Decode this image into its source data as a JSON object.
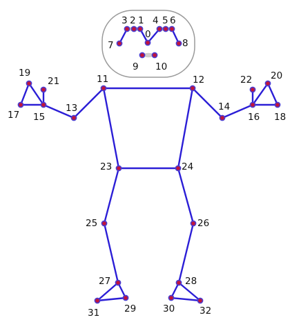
{
  "colors": {
    "bone": "#2b1ed6",
    "joint_fill": "#c0143c",
    "joint_stroke": "#4a3cd0",
    "head_outline": "#9a9a9a",
    "eyebrow": "#cfcfcf",
    "text": "#111111"
  },
  "landmarks": [
    {
      "id": "0",
      "label": "0"
    },
    {
      "id": "1",
      "label": "1"
    },
    {
      "id": "2",
      "label": "2"
    },
    {
      "id": "3",
      "label": "3"
    },
    {
      "id": "4",
      "label": "4"
    },
    {
      "id": "5",
      "label": "5"
    },
    {
      "id": "6",
      "label": "6"
    },
    {
      "id": "7",
      "label": "7"
    },
    {
      "id": "8",
      "label": "8"
    },
    {
      "id": "9",
      "label": "9"
    },
    {
      "id": "10",
      "label": "10"
    },
    {
      "id": "11",
      "label": "11"
    },
    {
      "id": "12",
      "label": "12"
    },
    {
      "id": "13",
      "label": "13"
    },
    {
      "id": "14",
      "label": "14"
    },
    {
      "id": "15",
      "label": "15"
    },
    {
      "id": "16",
      "label": "16"
    },
    {
      "id": "17",
      "label": "17"
    },
    {
      "id": "18",
      "label": "18"
    },
    {
      "id": "19",
      "label": "19"
    },
    {
      "id": "20",
      "label": "20"
    },
    {
      "id": "21",
      "label": "21"
    },
    {
      "id": "22",
      "label": "22"
    },
    {
      "id": "23",
      "label": "23"
    },
    {
      "id": "24",
      "label": "24"
    },
    {
      "id": "25",
      "label": "25"
    },
    {
      "id": "26",
      "label": "26"
    },
    {
      "id": "27",
      "label": "27"
    },
    {
      "id": "28",
      "label": "28"
    },
    {
      "id": "29",
      "label": "29"
    },
    {
      "id": "30",
      "label": "30"
    },
    {
      "id": "31",
      "label": "31"
    },
    {
      "id": "32",
      "label": "32"
    }
  ],
  "connections": [
    [
      "0",
      "1"
    ],
    [
      "1",
      "2"
    ],
    [
      "2",
      "3"
    ],
    [
      "0",
      "4"
    ],
    [
      "4",
      "5"
    ],
    [
      "5",
      "6"
    ],
    [
      "3",
      "7"
    ],
    [
      "6",
      "8"
    ],
    [
      "9",
      "10"
    ],
    [
      "11",
      "12"
    ],
    [
      "11",
      "23"
    ],
    [
      "12",
      "24"
    ],
    [
      "23",
      "24"
    ],
    [
      "11",
      "13"
    ],
    [
      "13",
      "15"
    ],
    [
      "15",
      "17"
    ],
    [
      "15",
      "19"
    ],
    [
      "17",
      "19"
    ],
    [
      "15",
      "21"
    ],
    [
      "12",
      "14"
    ],
    [
      "14",
      "16"
    ],
    [
      "16",
      "18"
    ],
    [
      "16",
      "20"
    ],
    [
      "18",
      "20"
    ],
    [
      "16",
      "22"
    ],
    [
      "23",
      "25"
    ],
    [
      "25",
      "27"
    ],
    [
      "27",
      "29"
    ],
    [
      "27",
      "31"
    ],
    [
      "29",
      "31"
    ],
    [
      "24",
      "26"
    ],
    [
      "26",
      "28"
    ],
    [
      "28",
      "30"
    ],
    [
      "28",
      "32"
    ],
    [
      "30",
      "32"
    ]
  ]
}
